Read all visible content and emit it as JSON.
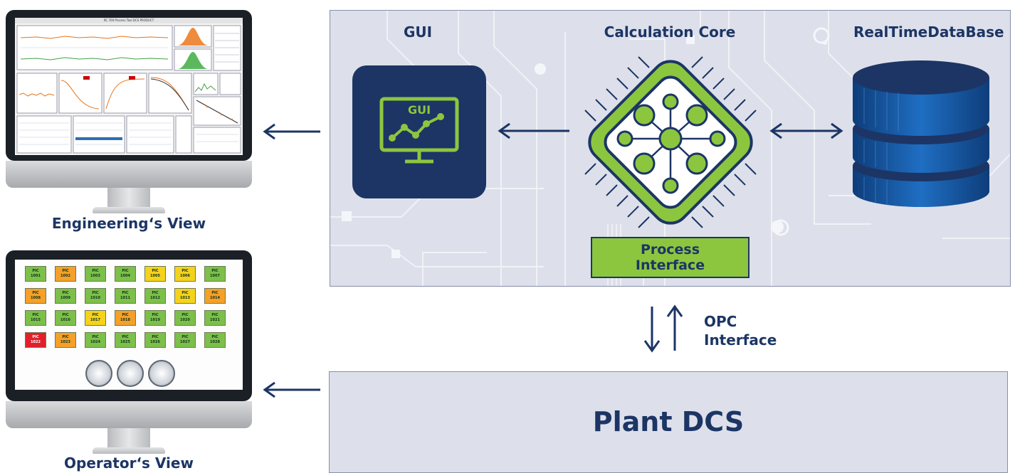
{
  "engineering_label": "Engineering‘s View",
  "operator_label": "Operator‘s View",
  "gui_title": "GUI",
  "gui_screen_label": "GUI",
  "core_title": "Calculation Core",
  "db_title": "RealTimeDataBase",
  "process_interface": [
    "Process",
    "Interface"
  ],
  "opc_interface": [
    "OPC",
    "Interface"
  ],
  "plant_dcs": "Plant DCS",
  "colors": {
    "navy": "#1c3565",
    "green": "#8cc63f",
    "panel": "#dde0ea",
    "db_blue": "#1f6ec2",
    "tile_green": "#7cc04a",
    "tile_orange": "#f5a028",
    "tile_yellow": "#f5d21c",
    "tile_red": "#e0202a"
  },
  "engineering_screen": {
    "title": "RC 700   Process Tool DCS PRODUCT"
  },
  "operator_tiles": [
    {
      "prefix": "PIC",
      "num": "1001",
      "state": "green"
    },
    {
      "prefix": "PIC",
      "num": "1002",
      "state": "orange"
    },
    {
      "prefix": "PIC",
      "num": "1003",
      "state": "green"
    },
    {
      "prefix": "PIC",
      "num": "1004",
      "state": "green"
    },
    {
      "prefix": "PIC",
      "num": "1005",
      "state": "yellow"
    },
    {
      "prefix": "PIC",
      "num": "1006",
      "state": "yellow"
    },
    {
      "prefix": "PIC",
      "num": "1007",
      "state": "green"
    },
    {
      "prefix": "PIC",
      "num": "1008",
      "state": "orange"
    },
    {
      "prefix": "PIC",
      "num": "1009",
      "state": "green"
    },
    {
      "prefix": "PIC",
      "num": "1010",
      "state": "green"
    },
    {
      "prefix": "PIC",
      "num": "1011",
      "state": "green"
    },
    {
      "prefix": "PIC",
      "num": "1012",
      "state": "green"
    },
    {
      "prefix": "PIC",
      "num": "1013",
      "state": "yellow"
    },
    {
      "prefix": "PIC",
      "num": "1014",
      "state": "orange"
    },
    {
      "prefix": "PIC",
      "num": "1015",
      "state": "green"
    },
    {
      "prefix": "PIC",
      "num": "1016",
      "state": "green"
    },
    {
      "prefix": "PIC",
      "num": "1017",
      "state": "yellow"
    },
    {
      "prefix": "PIC",
      "num": "1018",
      "state": "orange"
    },
    {
      "prefix": "PIC",
      "num": "1019",
      "state": "green"
    },
    {
      "prefix": "PIC",
      "num": "1020",
      "state": "green"
    },
    {
      "prefix": "PIC",
      "num": "1021",
      "state": "green"
    },
    {
      "prefix": "PIC",
      "num": "1022",
      "state": "red"
    },
    {
      "prefix": "PIC",
      "num": "1023",
      "state": "orange"
    },
    {
      "prefix": "PIC",
      "num": "1024",
      "state": "green"
    },
    {
      "prefix": "PIC",
      "num": "1025",
      "state": "green"
    },
    {
      "prefix": "PIC",
      "num": "1026",
      "state": "green"
    },
    {
      "prefix": "PIC",
      "num": "1027",
      "state": "green"
    },
    {
      "prefix": "PIC",
      "num": "1028",
      "state": "green"
    }
  ],
  "icons": {
    "gui": "monitor-chart-icon",
    "core": "processor-chip-icon",
    "db": "database-icon",
    "gauge": "gauge-icon"
  }
}
